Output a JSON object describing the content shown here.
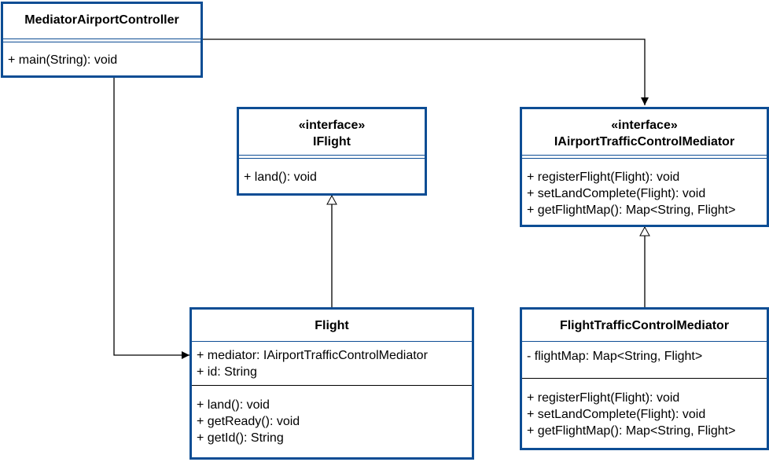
{
  "classes": {
    "controller": {
      "name": "MediatorAirportController",
      "operations": [
        "+ main(String): void"
      ]
    },
    "iflight": {
      "stereotype": "«interface»",
      "name": "IFlight",
      "operations": [
        "+ land(): void"
      ]
    },
    "imediator": {
      "stereotype": "«interface»",
      "name": "IAirportTrafficControlMediator",
      "operations": [
        "+ registerFlight(Flight): void",
        "+ setLandComplete(Flight): void",
        "+ getFlightMap(): Map<String, Flight>"
      ]
    },
    "flight": {
      "name": "Flight",
      "attributes": [
        "+ mediator: IAirportTrafficControlMediator",
        "+ id: String"
      ],
      "operations": [
        "+ land(): void",
        "+ getReady(): void",
        "+ getId(): String"
      ]
    },
    "ftcm": {
      "name": "FlightTrafficControlMediator",
      "attributes": [
        "- flightMap: Map<String, Flight>"
      ],
      "operations": [
        "+ registerFlight(Flight): void",
        "+ setLandComplete(Flight): void",
        "+ getFlightMap(): Map<String, Flight>"
      ]
    }
  },
  "colors": {
    "box_border": "#0d4d94",
    "line": "#000000"
  }
}
